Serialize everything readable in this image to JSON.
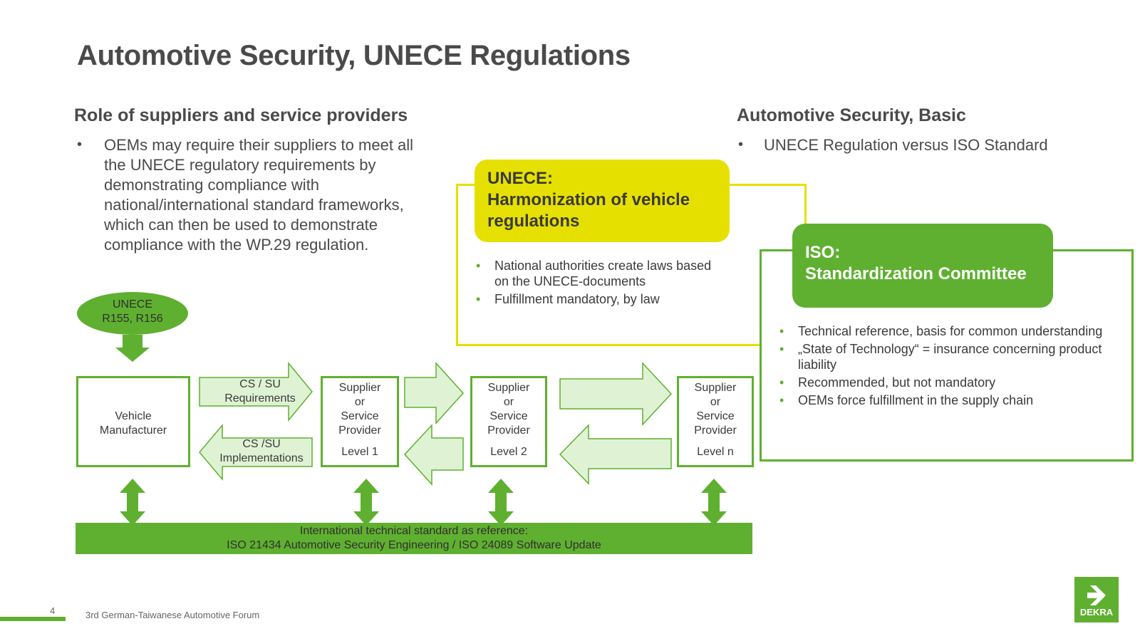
{
  "title": "Automotive Security, UNECE Regulations",
  "left": {
    "heading": "Role of suppliers and service providers",
    "bullet": "OEMs may require their suppliers to meet all the UNECE regulatory requirements by demonstrating compliance with national/international standard frameworks, which can then be used to demonstrate compliance with the WP.29  regulation."
  },
  "right": {
    "heading": "Automotive Security, Basic",
    "bullet": "UNECE Regulation versus ISO Standard"
  },
  "unece_box": {
    "line1": "UNECE:",
    "line2": "Harmonization of vehicle regulations",
    "items": [
      "National authorities create laws based on the UNECE-documents",
      "Fulfillment mandatory, by law"
    ]
  },
  "iso_box": {
    "line1": "ISO:",
    "line2": "Standardization Committee",
    "items": [
      "Technical reference, basis for common understanding",
      "„State of Technology“ = insurance concerning product liability",
      "Recommended, but not mandatory",
      "OEMs force fulfillment in the supply chain"
    ]
  },
  "flow": {
    "unece_oval": [
      "UNECE",
      "R155, R156"
    ],
    "vehicle": [
      "Vehicle",
      "Manufacturer"
    ],
    "req_arrow": [
      "CS / SU",
      "Requirements"
    ],
    "impl_arrow": [
      "CS /SU",
      "Implementations"
    ],
    "supplier1": [
      "Supplier",
      "or",
      "Service",
      "Provider",
      "Level 1"
    ],
    "supplier2": [
      "Supplier",
      "or",
      "Service",
      "Provider",
      "Level 2"
    ],
    "suppliern": [
      "Supplier",
      "or",
      "Service",
      "Provider",
      "Level n"
    ],
    "bar": [
      "International technical standard as reference:",
      "ISO 21434 Automotive Security Engineering / ISO 24089 Software Update"
    ]
  },
  "footer": {
    "page": "4",
    "event": "3rd German-Taiwanese Automotive Forum",
    "logo": "DEKRA"
  },
  "colors": {
    "green": "#5fb030",
    "light_green": "#dff3d4",
    "yellow": "#e6e000"
  }
}
